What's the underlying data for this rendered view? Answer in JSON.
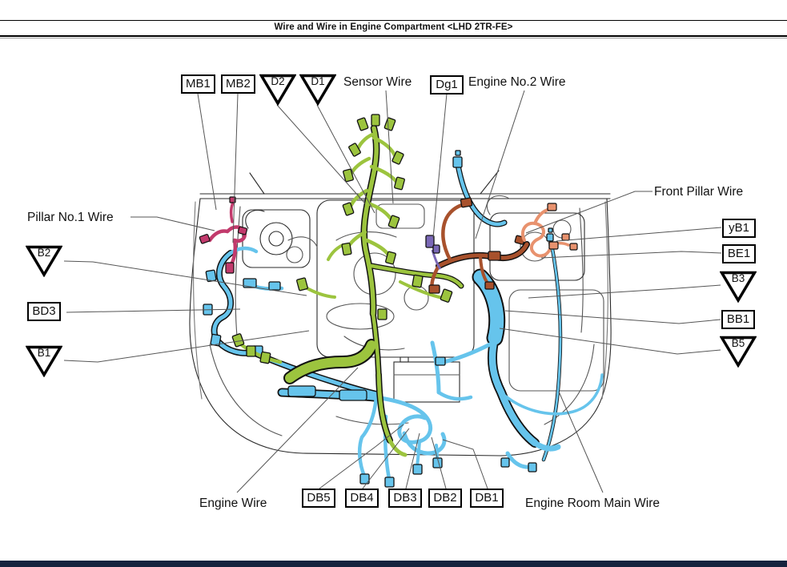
{
  "page": {
    "title": "Wire and Wire in Engine Compartment <LHD 2TR-FE>"
  },
  "callouts": {
    "top": {
      "mb1": "MB1",
      "mb2": "MB2",
      "d2": "D2",
      "d1": "D1",
      "sensor_wire": "Sensor Wire",
      "dg1": "Dg1",
      "engine_no2_wire": "Engine No.2 Wire"
    },
    "right": {
      "front_pillar_wire": "Front Pillar Wire",
      "yb1": "yB1",
      "be1": "BE1",
      "b3": "B3",
      "bb1": "BB1",
      "b5": "B5"
    },
    "left": {
      "pillar_no1_wire": "Pillar No.1 Wire",
      "b2": "B2",
      "bd3": "BD3",
      "b1": "B1"
    },
    "bottom": {
      "engine_wire": "Engine Wire",
      "db5": "DB5",
      "db4": "DB4",
      "db3": "DB3",
      "db2": "DB2",
      "db1": "DB1",
      "engine_room_main_wire": "Engine Room Main Wire"
    }
  },
  "wire_colors": {
    "engine_wire": "#9CC43E",
    "engine_room_main_wire": "#66C4EC",
    "engine_no2_wire": "#A8512C",
    "front_pillar_wire": "#E8926E",
    "pillar_no1_wire": "#C23A6C",
    "sensor_wire_connector": "#7A68B6",
    "body_outline": "#2B2B2B",
    "leader_line": "#555555",
    "footer_bar": "#16233E"
  }
}
